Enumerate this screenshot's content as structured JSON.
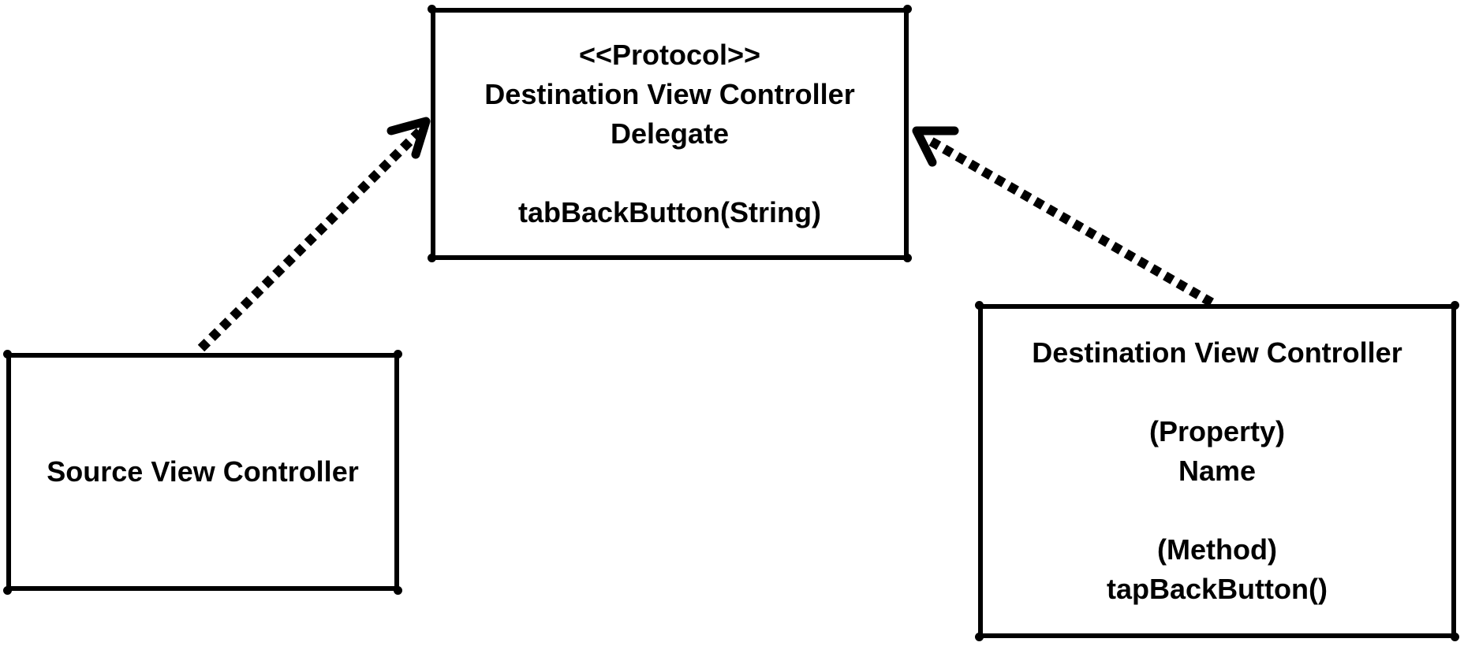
{
  "protocol_box": {
    "stereotype": "<<Protocol>>",
    "name_line1": "Destination View Controller",
    "name_line2": "Delegate",
    "method": "tabBackButton(String)"
  },
  "source_box": {
    "name": "Source View Controller"
  },
  "destination_box": {
    "name": "Destination View Controller",
    "property_heading": "(Property)",
    "property_name": "Name",
    "method_heading": "(Method)",
    "method_name": "tapBackButton()"
  },
  "connectors": [
    {
      "from": "source_box",
      "to": "protocol_box",
      "style": "dotted",
      "head": "open-arrow"
    },
    {
      "from": "destination_box",
      "to": "protocol_box",
      "style": "dotted",
      "head": "open-arrow"
    }
  ]
}
